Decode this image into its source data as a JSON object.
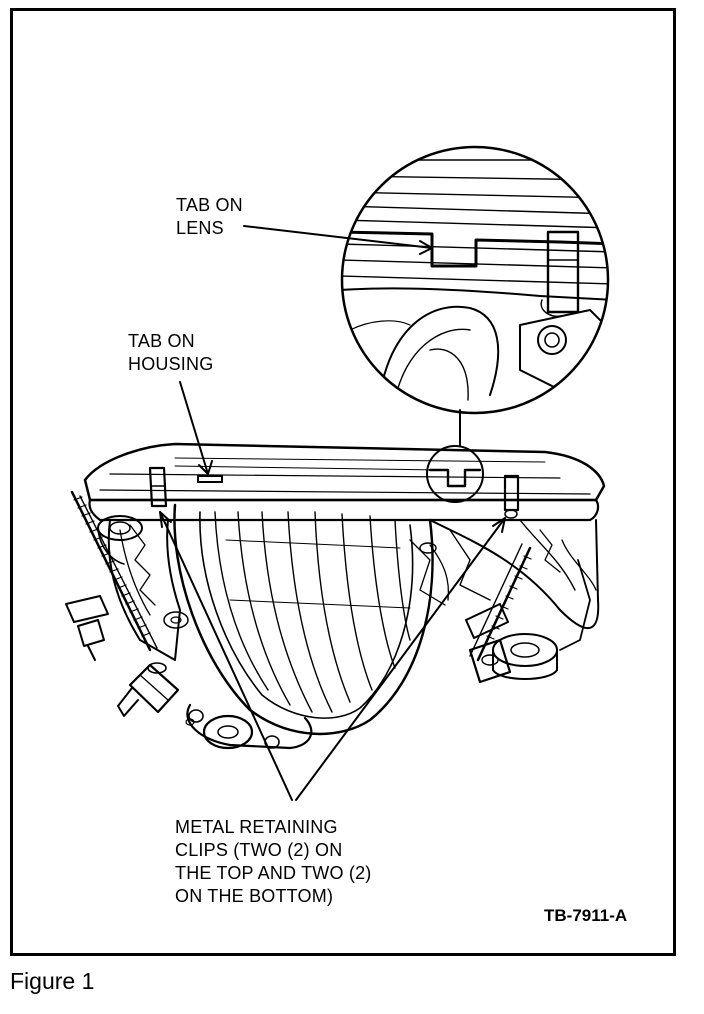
{
  "labels": {
    "tab_on_lens": [
      "TAB ON",
      "LENS"
    ],
    "tab_on_housing": [
      "TAB ON",
      "HOUSING"
    ],
    "metal_clips": [
      "METAL RETAINING",
      "CLIPS  (TWO (2) ON",
      "THE TOP AND TWO (2)",
      "ON THE BOTTOM)"
    ]
  },
  "figure_code": "TB-7911-A",
  "caption": "Figure 1",
  "colors": {
    "ink": "#000000",
    "paper": "#ffffff"
  }
}
